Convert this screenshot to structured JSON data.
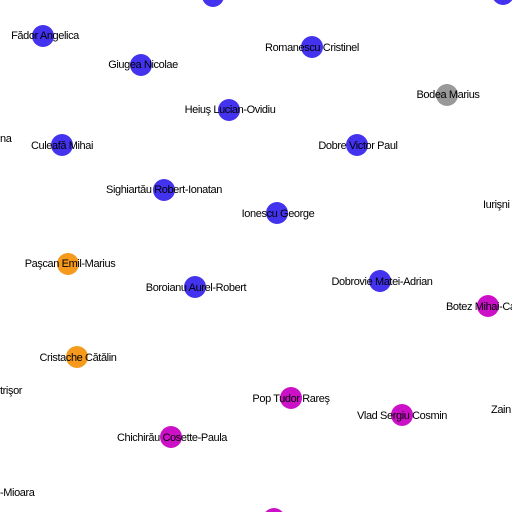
{
  "colors": {
    "blue": "#4433ee",
    "orange": "#f59a1c",
    "magenta": "#cc10c8",
    "gray": "#999999"
  },
  "nodes": [
    {
      "id": "n-top-partial",
      "label": "",
      "color": "blue"
    },
    {
      "id": "n-topright-partial",
      "label": "",
      "color": "blue"
    },
    {
      "id": "n-fador",
      "label": "Fădor Angelica",
      "color": "blue"
    },
    {
      "id": "n-romanescu",
      "label": "Romanescu Cristinel",
      "color": "blue"
    },
    {
      "id": "n-giugea",
      "label": "Giugea Nicolae",
      "color": "blue"
    },
    {
      "id": "n-bodea",
      "label": "Bodea Marius",
      "color": "gray"
    },
    {
      "id": "n-heius",
      "label": "Heiuş Lucian-Ovidiu",
      "color": "blue"
    },
    {
      "id": "n-left-na",
      "label": "na",
      "color": null
    },
    {
      "id": "n-culeafa",
      "label": "Culeafă Mihai",
      "color": "blue"
    },
    {
      "id": "n-dobre",
      "label": "Dobre Victor Paul",
      "color": "blue"
    },
    {
      "id": "n-sighiartau",
      "label": "Sighiartău Robert-Ionatan",
      "color": "blue"
    },
    {
      "id": "n-iurisni",
      "label": "Iurişni",
      "color": null
    },
    {
      "id": "n-ionescu",
      "label": "Ionescu George",
      "color": "blue"
    },
    {
      "id": "n-pascan",
      "label": "Paşcan Emil-Marius",
      "color": "orange"
    },
    {
      "id": "n-dobrovie",
      "label": "Dobrovie Matei-Adrian",
      "color": "blue"
    },
    {
      "id": "n-boroianu",
      "label": "Boroianu Aurel-Robert",
      "color": "blue"
    },
    {
      "id": "n-botez",
      "label": "Botez Mihai-Ca",
      "color": "magenta"
    },
    {
      "id": "n-cristache",
      "label": "Cristache Cătălin",
      "color": "orange"
    },
    {
      "id": "n-trisor",
      "label": "trişor",
      "color": null
    },
    {
      "id": "n-pop",
      "label": "Pop Tudor Rareş",
      "color": "magenta"
    },
    {
      "id": "n-vlad",
      "label": "Vlad Sergiu Cosmin",
      "color": "magenta"
    },
    {
      "id": "n-zain",
      "label": "Zain",
      "color": null
    },
    {
      "id": "n-chichirau",
      "label": "Chichirău Cosette-Paula",
      "color": "magenta"
    },
    {
      "id": "n-mioara",
      "label": "-Mioara",
      "color": null
    },
    {
      "id": "n-bottom-partial",
      "label": "",
      "color": "magenta"
    }
  ]
}
